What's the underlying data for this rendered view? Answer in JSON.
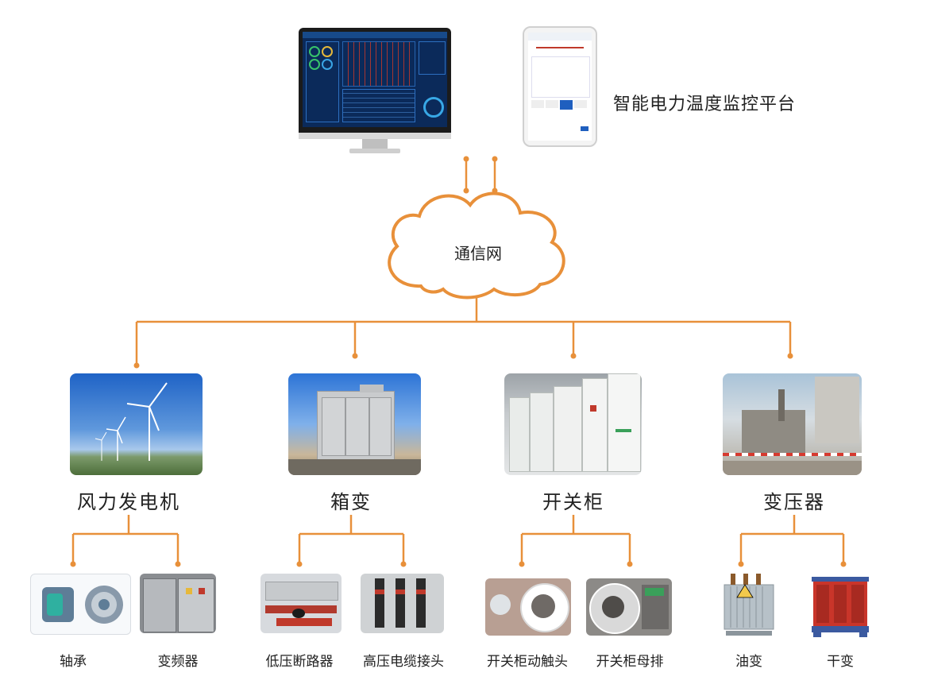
{
  "platform": {
    "title": "智能电力温度监控平台"
  },
  "network": {
    "label": "通信网"
  },
  "categories": [
    {
      "label": "风力发电机",
      "children": [
        "轴承",
        "变频器"
      ]
    },
    {
      "label": "箱变",
      "children": [
        "低压断路器",
        "高压电缆接头"
      ]
    },
    {
      "label": "开关柜",
      "children": [
        "开关柜动触头",
        "开关柜母排"
      ]
    },
    {
      "label": "变压器",
      "children": [
        "油变",
        "干变"
      ]
    }
  ],
  "colors": {
    "connector": "#E8903A",
    "cloud": "#E8903A",
    "text": "#222222"
  }
}
